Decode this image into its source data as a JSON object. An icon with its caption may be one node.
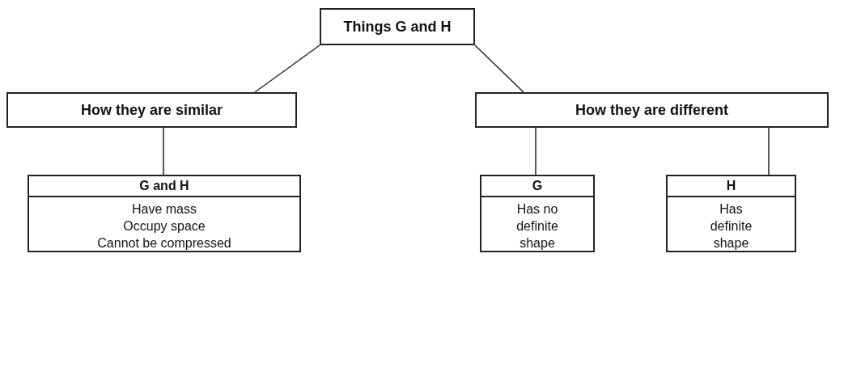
{
  "diagram": {
    "nodes": [
      {
        "text": [
          "Things G and H"
        ]
      },
      {
        "text": [
          "How they are similar"
        ]
      },
      {
        "text": [
          "How they are different"
        ]
      },
      {
        "text": [
          "G and H",
          "Have mass",
          "Occupy space",
          "Cannot be compressed"
        ]
      },
      {
        "text": [
          "G",
          "Has no definite shape"
        ]
      },
      {
        "text": [
          "H",
          "Has definite shape"
        ]
      }
    ],
    "edges": [
      {
        "from": 0,
        "to": 1,
        "arrow": "none"
      },
      {
        "from": 0,
        "to": 2,
        "arrow": "none"
      },
      {
        "from": 1,
        "to": 3,
        "arrow": "none"
      },
      {
        "from": 2,
        "to": 4,
        "arrow": "none"
      },
      {
        "from": 2,
        "to": 5,
        "arrow": "none"
      }
    ]
  }
}
